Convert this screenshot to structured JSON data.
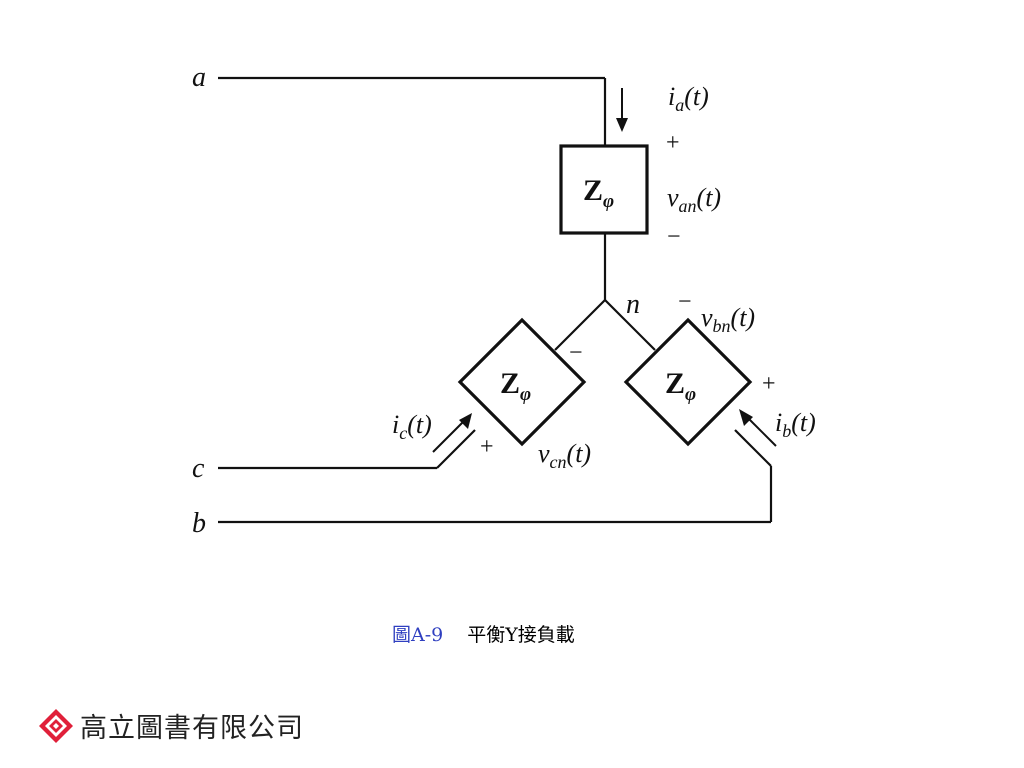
{
  "diagram": {
    "terminals": {
      "a": "a",
      "b": "b",
      "c": "c"
    },
    "node": "n",
    "impedance": {
      "symbol": "Z",
      "subscript": "φ"
    },
    "currents": {
      "a": {
        "base": "i",
        "sub": "a",
        "arg": "(t)"
      },
      "b": {
        "base": "i",
        "sub": "b",
        "arg": "(t)"
      },
      "c": {
        "base": "i",
        "sub": "c",
        "arg": "(t)"
      }
    },
    "voltages": {
      "an": {
        "base": "v",
        "sub": "an",
        "arg": "(t)"
      },
      "bn": {
        "base": "v",
        "sub": "bn",
        "arg": "(t)"
      },
      "cn": {
        "base": "v",
        "sub": "cn",
        "arg": "(t)"
      }
    },
    "plus": "+",
    "minus": "−"
  },
  "caption": {
    "figure": "圖A-9",
    "title": "平衡Y接負載"
  },
  "publisher": {
    "name": "高立圖書有限公司",
    "logo_icon": "gaoli-logo-icon",
    "logo_color": "#e0203a"
  }
}
